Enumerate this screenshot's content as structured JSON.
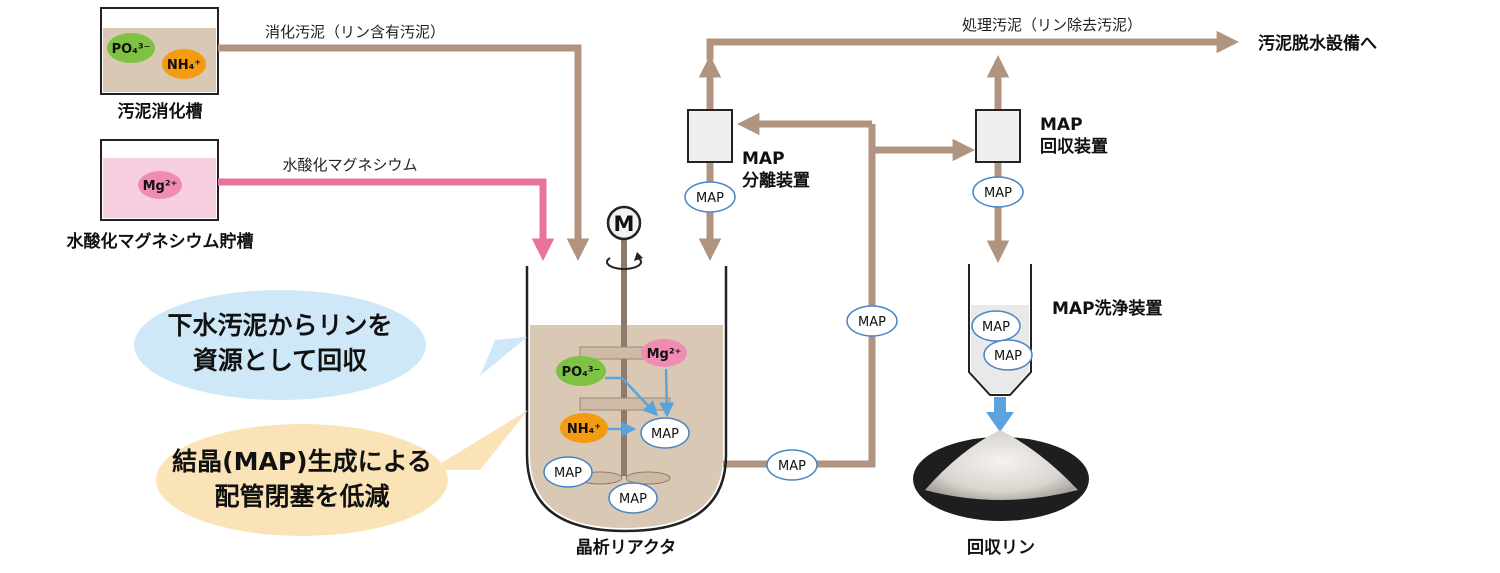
{
  "tanks": {
    "digester_label": "汚泥消化槽",
    "mg_tank_label": "水酸化マグネシウム貯槽"
  },
  "ions": {
    "po4": "PO₄³⁻",
    "nh4": "NH₄⁺",
    "mg": "Mg²⁺",
    "map": "MAP"
  },
  "flows": {
    "digested_sludge": "消化汚泥（リン含有汚泥）",
    "mg_hydroxide": "水酸化マグネシウム",
    "treated_sludge": "処理汚泥（リン除去汚泥）",
    "to_dewatering": "汚泥脱水設備へ"
  },
  "equipment": {
    "motor": "M",
    "separator": [
      "MAP",
      "分離装置"
    ],
    "recovery": [
      "MAP",
      "回収装置"
    ],
    "washer": "MAP洗浄装置",
    "reactor": "晶析リアクタ",
    "recovered": "回収リン"
  },
  "callouts": {
    "blue": [
      "下水汚泥からリンを",
      "資源として回収"
    ],
    "yellow": [
      "結晶(MAP)生成による",
      "配管閉塞を低減"
    ]
  },
  "colors": {
    "pipe": "#b09480",
    "mg_pipe": "#e8739c",
    "sludge": "#d9c9b4",
    "po4": "#7dc242",
    "nh4": "#f39c12",
    "mg": "#f08cb4",
    "drop": "#5aa3de",
    "callout_blue": "#cfe8f7",
    "callout_yellow": "#fbe3b8"
  }
}
